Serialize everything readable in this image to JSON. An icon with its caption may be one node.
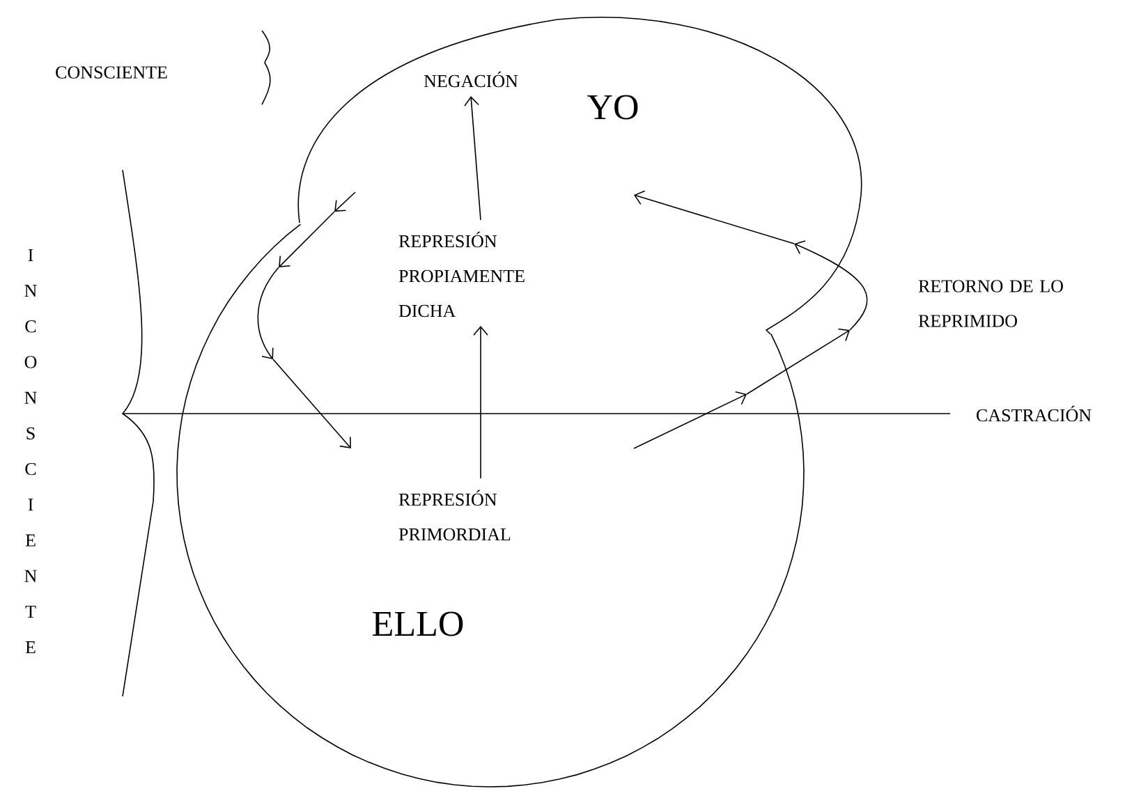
{
  "diagram": {
    "nodes": [
      {
        "text": [
          "CONSCIENTE"
        ]
      },
      {
        "text": [
          "NEGACIÓN"
        ]
      },
      {
        "text": [
          "YO"
        ]
      },
      {
        "text": [
          "REPRESIÓN PROPIAMENTE DICHA"
        ]
      },
      {
        "text": [
          "RETORNO DE LO REPRIMIDO"
        ]
      },
      {
        "text": [
          "INCONSCIENTE"
        ]
      },
      {
        "text": [
          "CASTRACIÓN"
        ]
      },
      {
        "text": [
          "REPRESIÓN PRIMORDIAL"
        ]
      },
      {
        "text": [
          "ELLO"
        ]
      }
    ],
    "edges": [
      {
        "from": 3,
        "to": 1,
        "arrow": "to"
      },
      {
        "from": 7,
        "to": 3,
        "arrow": "to"
      }
    ]
  }
}
